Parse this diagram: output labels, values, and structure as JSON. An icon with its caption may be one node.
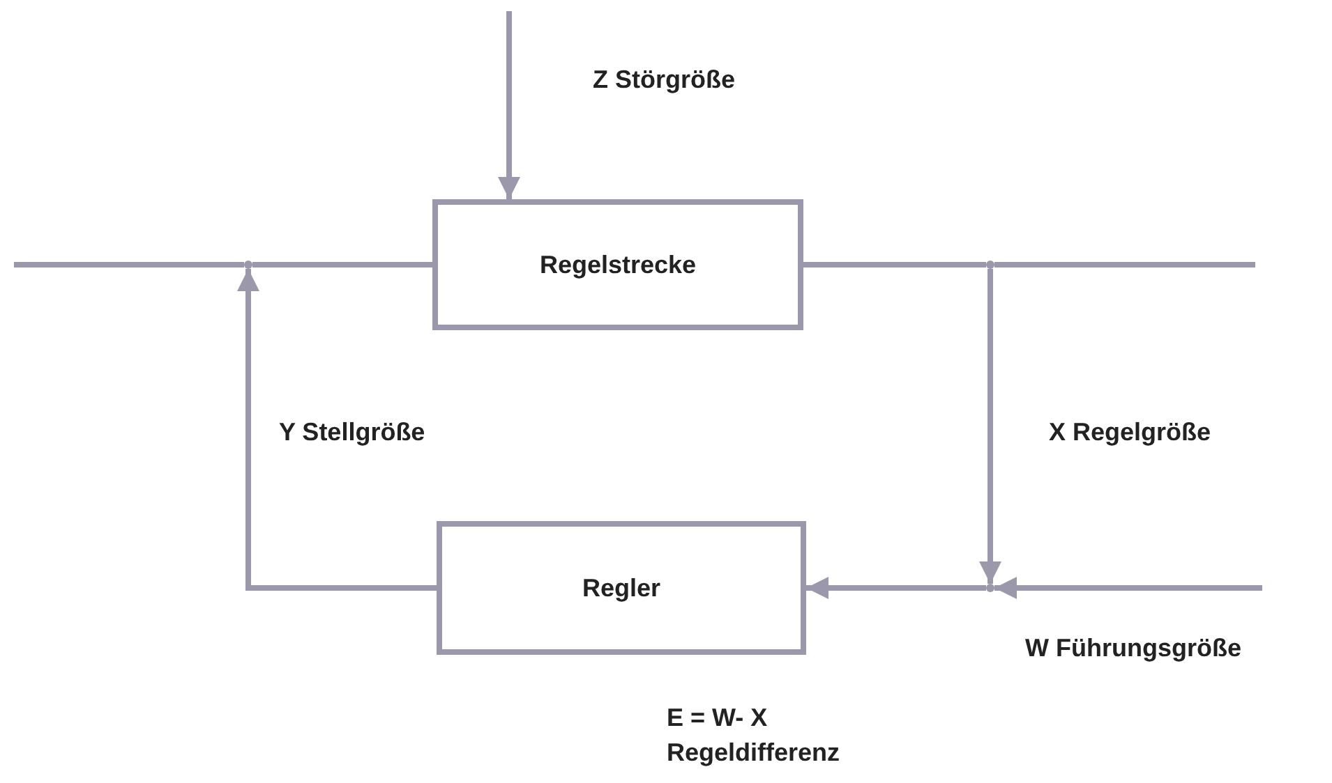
{
  "diagram": {
    "nodes": [
      {
        "text": [
          "Regelstrecke"
        ]
      },
      {
        "text": [
          "Regler"
        ]
      },
      {
        "text": [],
        "shape": "point"
      },
      {
        "text": [],
        "shape": "point"
      },
      {
        "text": [],
        "shape": "point"
      }
    ],
    "edges": [
      {
        "from": null,
        "to": 0,
        "arrow": "to",
        "label": "Z Störgröße"
      },
      {
        "from": null,
        "to": 2,
        "arrow": "none"
      },
      {
        "from": 2,
        "to": 0,
        "arrow": "none"
      },
      {
        "from": 0,
        "to": 3,
        "arrow": "none"
      },
      {
        "from": 3,
        "to": null,
        "arrow": "none"
      },
      {
        "from": 1,
        "to": 2,
        "arrow": "to",
        "label": "Y Stellgröße"
      },
      {
        "from": 3,
        "to": 4,
        "arrow": "to",
        "label": "X Regelgröße"
      },
      {
        "from": null,
        "to": 4,
        "arrow": "to",
        "label": "W Führungsgröße"
      },
      {
        "from": 4,
        "to": 1,
        "arrow": "to",
        "label": "E = W- X Regeldifferenz"
      }
    ]
  }
}
